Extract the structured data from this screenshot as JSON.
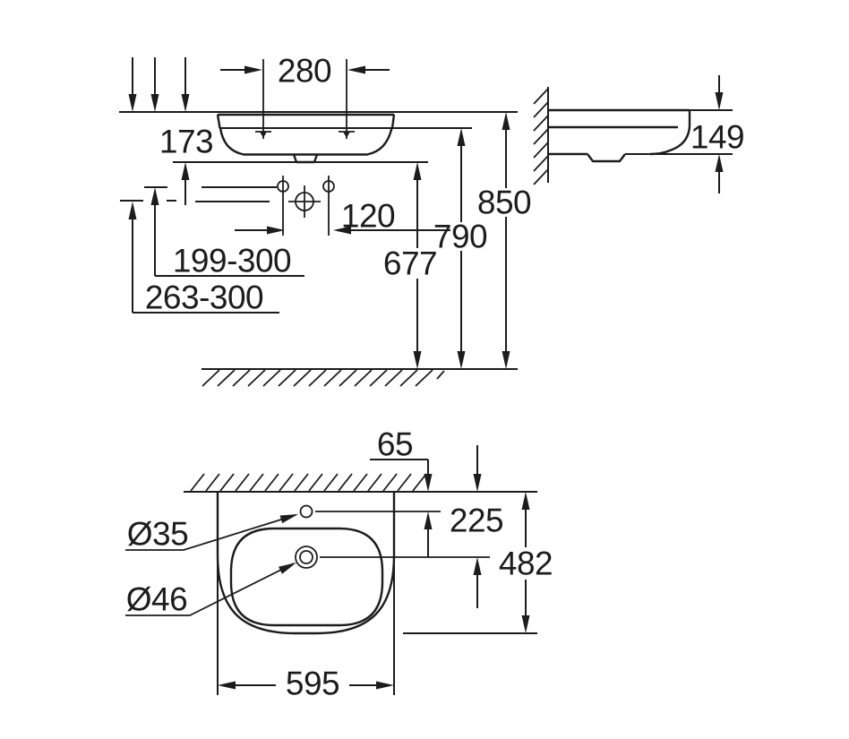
{
  "colors": {
    "line": "#1c1c1c",
    "background": "#ffffff"
  },
  "views": {
    "front": {
      "tap_centers": "280",
      "rim_offset": "173",
      "hole_spacing": "120",
      "range_upper": "199-300",
      "range_lower": "263-300",
      "outlet_height": "677",
      "fixing_height": "790",
      "rim_height": "850"
    },
    "side": {
      "ledge_height": "149"
    },
    "plan": {
      "tap_wall_offset": "65",
      "drain_wall_offset": "225",
      "depth": "482",
      "width": "595",
      "tap_hole_diameter": "Ø35",
      "drain_diameter": "Ø46"
    }
  }
}
